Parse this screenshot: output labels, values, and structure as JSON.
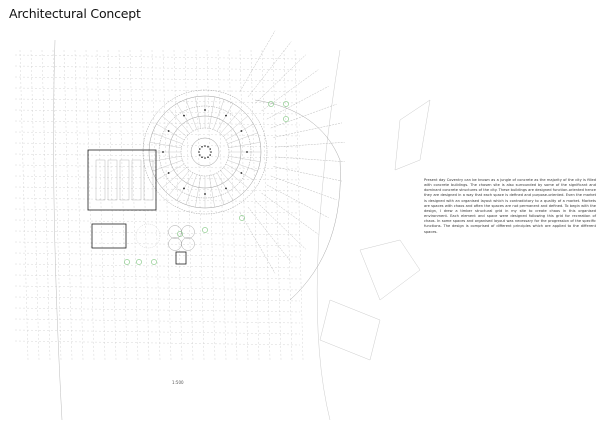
{
  "sheet": {
    "title": "Architectural Concept",
    "description": "Present day Coventry can be known as a jungle of concrete as the majority of the city is filled with concrete buildings. The chosen site is also surrounded by some of the significant and dominant concrete structures of the city. These buildings are designed function-oriented hence they are designed in a way that each space is defined and purpose-oriented. Even the market is designed with an organised layout which is contradictory to a quality of a market. Markets are spaces with chaos and often the spaces are not permanent and defined. To begin with the design, I drew a timber structural grid in my site to create chaos in this organised environment. Each element and space were designed following this grid for recreation of chaos. In some spaces and organised layout was necessary for the progression of the specific functions. The design is comprised of different principles which are applied to the different spaces.",
    "scale": "1:500"
  },
  "colors": {
    "line": "#9a9a9a",
    "dark": "#222222",
    "tree": "#7cc47c"
  }
}
